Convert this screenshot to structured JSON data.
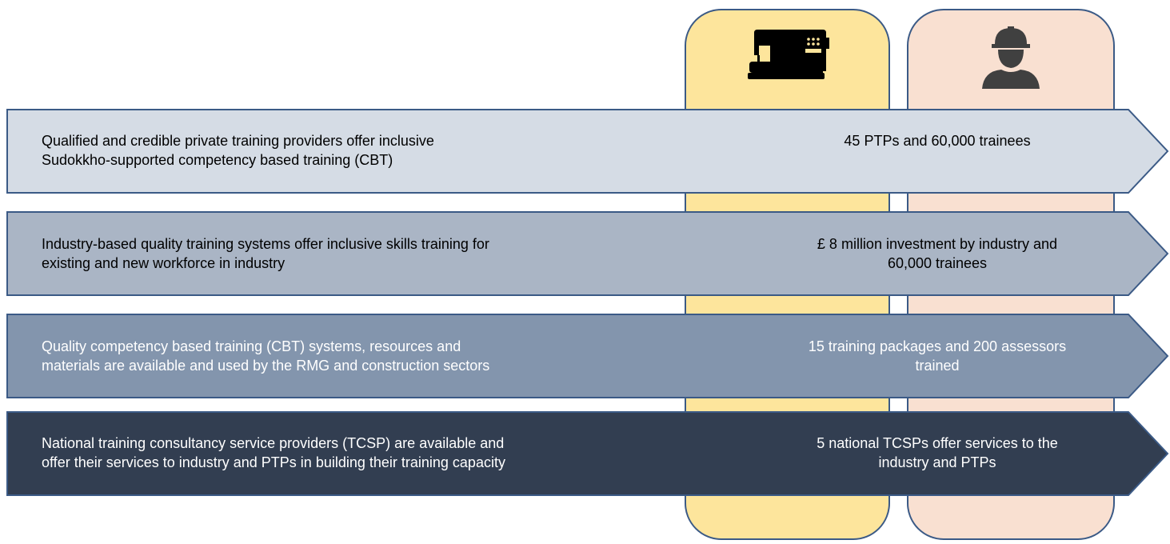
{
  "colors": {
    "column_sewing": "#fde59c",
    "column_worker": "#f9e0d1",
    "column_border": "#3b5a86",
    "row1": "#d5dce5",
    "row2": "#aab5c5",
    "row3": "#8395ad",
    "row4": "#323e51",
    "row_border": "#3b5a86"
  },
  "columns": [
    {
      "icon": "sewing-machine-icon"
    },
    {
      "icon": "construction-worker-icon"
    }
  ],
  "rows": [
    {
      "outcome": [
        "Qualified and credible private training providers offer inclusive",
        "Sudokkho-supported competency based training (CBT)"
      ],
      "target": [
        "45 PTPs and 60,000 trainees"
      ]
    },
    {
      "outcome": [
        "Industry-based quality training systems offer inclusive skills training for",
        "existing and new workforce in industry"
      ],
      "target": [
        "£ 8 million investment by industry and",
        "60,000 trainees"
      ]
    },
    {
      "outcome": [
        "Quality competency based training (CBT) systems, resources and",
        "materials are available and used by the RMG and construction sectors"
      ],
      "target": [
        "15 training packages and 200 assessors",
        "trained"
      ]
    },
    {
      "outcome": [
        "National training consultancy service providers (TCSP) are available and",
        "offer their services to industry and PTPs in building their training capacity"
      ],
      "target": [
        "5 national TCSPs offer services to the",
        "industry and PTPs"
      ]
    }
  ]
}
